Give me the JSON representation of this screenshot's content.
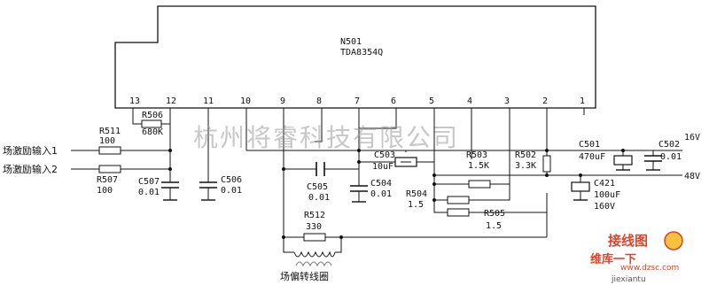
{
  "ic": {
    "ref": "N501",
    "part": "TDA8354Q",
    "pins": [
      "13",
      "12",
      "11",
      "10",
      "9",
      "8",
      "7",
      "6",
      "5",
      "4",
      "3",
      "2",
      "1"
    ]
  },
  "inputs": {
    "in1": "场激励输入1",
    "in2": "场激励输入2"
  },
  "rails": {
    "v16": "16V",
    "v48": "48V"
  },
  "components": {
    "R511": {
      "ref": "R511",
      "value": "100"
    },
    "R507": {
      "ref": "R507",
      "value": "100"
    },
    "R506": {
      "ref": "R506",
      "value": "680K"
    },
    "C507": {
      "ref": "C507",
      "value": "0.01"
    },
    "C506": {
      "ref": "C506",
      "value": "0.01"
    },
    "C505": {
      "ref": "C505",
      "value": "0.01"
    },
    "C504": {
      "ref": "C504",
      "value": "0.01"
    },
    "C503": {
      "ref": "C503",
      "value": "10uF"
    },
    "R503": {
      "ref": "R503",
      "value": "1.5K"
    },
    "R502": {
      "ref": "R502",
      "value": "3.3K"
    },
    "R504": {
      "ref": "R504",
      "value": "1.5"
    },
    "R505": {
      "ref": "R505",
      "value": "1.5"
    },
    "R512": {
      "ref": "R512",
      "value": "330"
    },
    "C501": {
      "ref": "C501",
      "value": "470uF"
    },
    "C502": {
      "ref": "C502",
      "value": "0.01"
    },
    "C421": {
      "ref": "C421",
      "value": "100uF",
      "voltage": "160V"
    }
  },
  "coil": {
    "label": "场偏转线圈"
  },
  "watermark": {
    "text": "杭州将睿科技有限公司"
  },
  "logo": {
    "line1": "维库一下",
    "line2": "www.dzsc.com",
    "line3": "jiexiantu",
    "brand": "接线图",
    "brand_color": "#e0422a"
  }
}
